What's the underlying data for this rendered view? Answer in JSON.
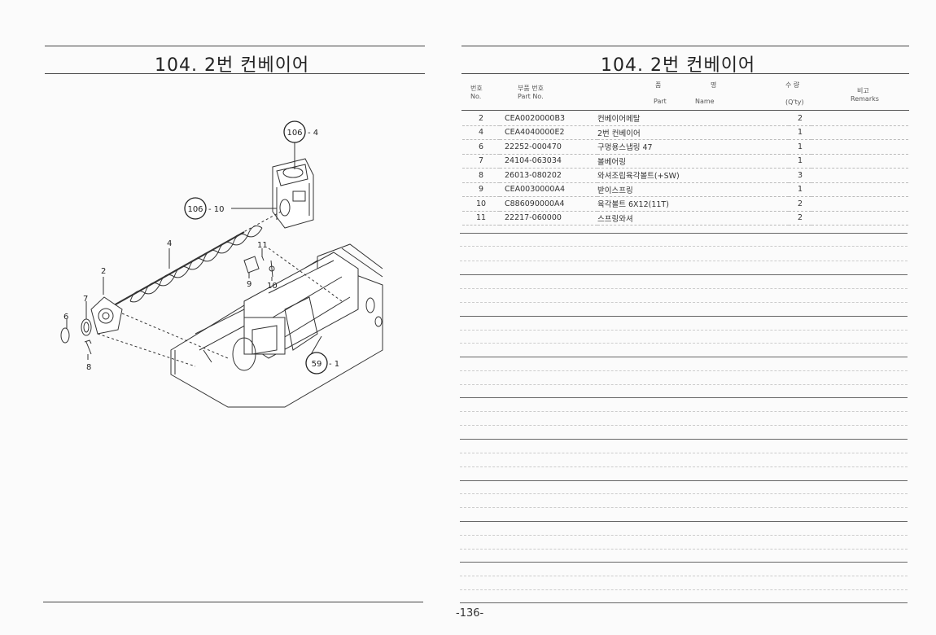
{
  "left_page": {
    "title": "104. 2번 컨베이어",
    "callouts": [
      {
        "ref": "106",
        "suffix": "- 4"
      },
      {
        "ref": "106",
        "suffix": "- 10"
      },
      {
        "ref": "59",
        "suffix": "- 1"
      }
    ],
    "part_labels": [
      "2",
      "4",
      "6",
      "7",
      "8",
      "9",
      "10",
      "11"
    ]
  },
  "right_page": {
    "title": "104. 2번 컨베이어",
    "header": {
      "no_ko": "번호",
      "no_en": "No.",
      "part_no_ko": "부품 번호",
      "part_no_en": "Part  No.",
      "name_ko_1": "품",
      "name_ko_2": "명",
      "name_en_1": "Part",
      "name_en_2": "Name",
      "qty_ko": "수 량",
      "qty_en": "(Q'ty)",
      "remarks_ko": "비고",
      "remarks_en": "Remarks"
    },
    "rows": [
      {
        "no": "2",
        "part": "CEA0020000B3",
        "name": "컨베이어메탈",
        "qty": "2"
      },
      {
        "no": "4",
        "part": "CEA4040000E2",
        "name": "2번 컨베이어",
        "qty": "1"
      },
      {
        "no": "6",
        "part": "22252-000470",
        "name": "구멍용스냅링 47",
        "qty": "1"
      },
      {
        "no": "7",
        "part": "24104-063034",
        "name": "볼베어링",
        "qty": "1"
      },
      {
        "no": "8",
        "part": "26013-080202",
        "name": "와셔조립육각볼트(+SW)",
        "qty": "3"
      },
      {
        "no": "9",
        "part": "CEA0030000A4",
        "name": "받이스프링",
        "qty": "1"
      },
      {
        "no": "10",
        "part": "C886090000A4",
        "name": "육각볼트 6X12(11T)",
        "qty": "2"
      },
      {
        "no": "11",
        "part": "22217-060000",
        "name": "스프링와셔",
        "qty": "2"
      }
    ],
    "page_number": "-136-"
  }
}
